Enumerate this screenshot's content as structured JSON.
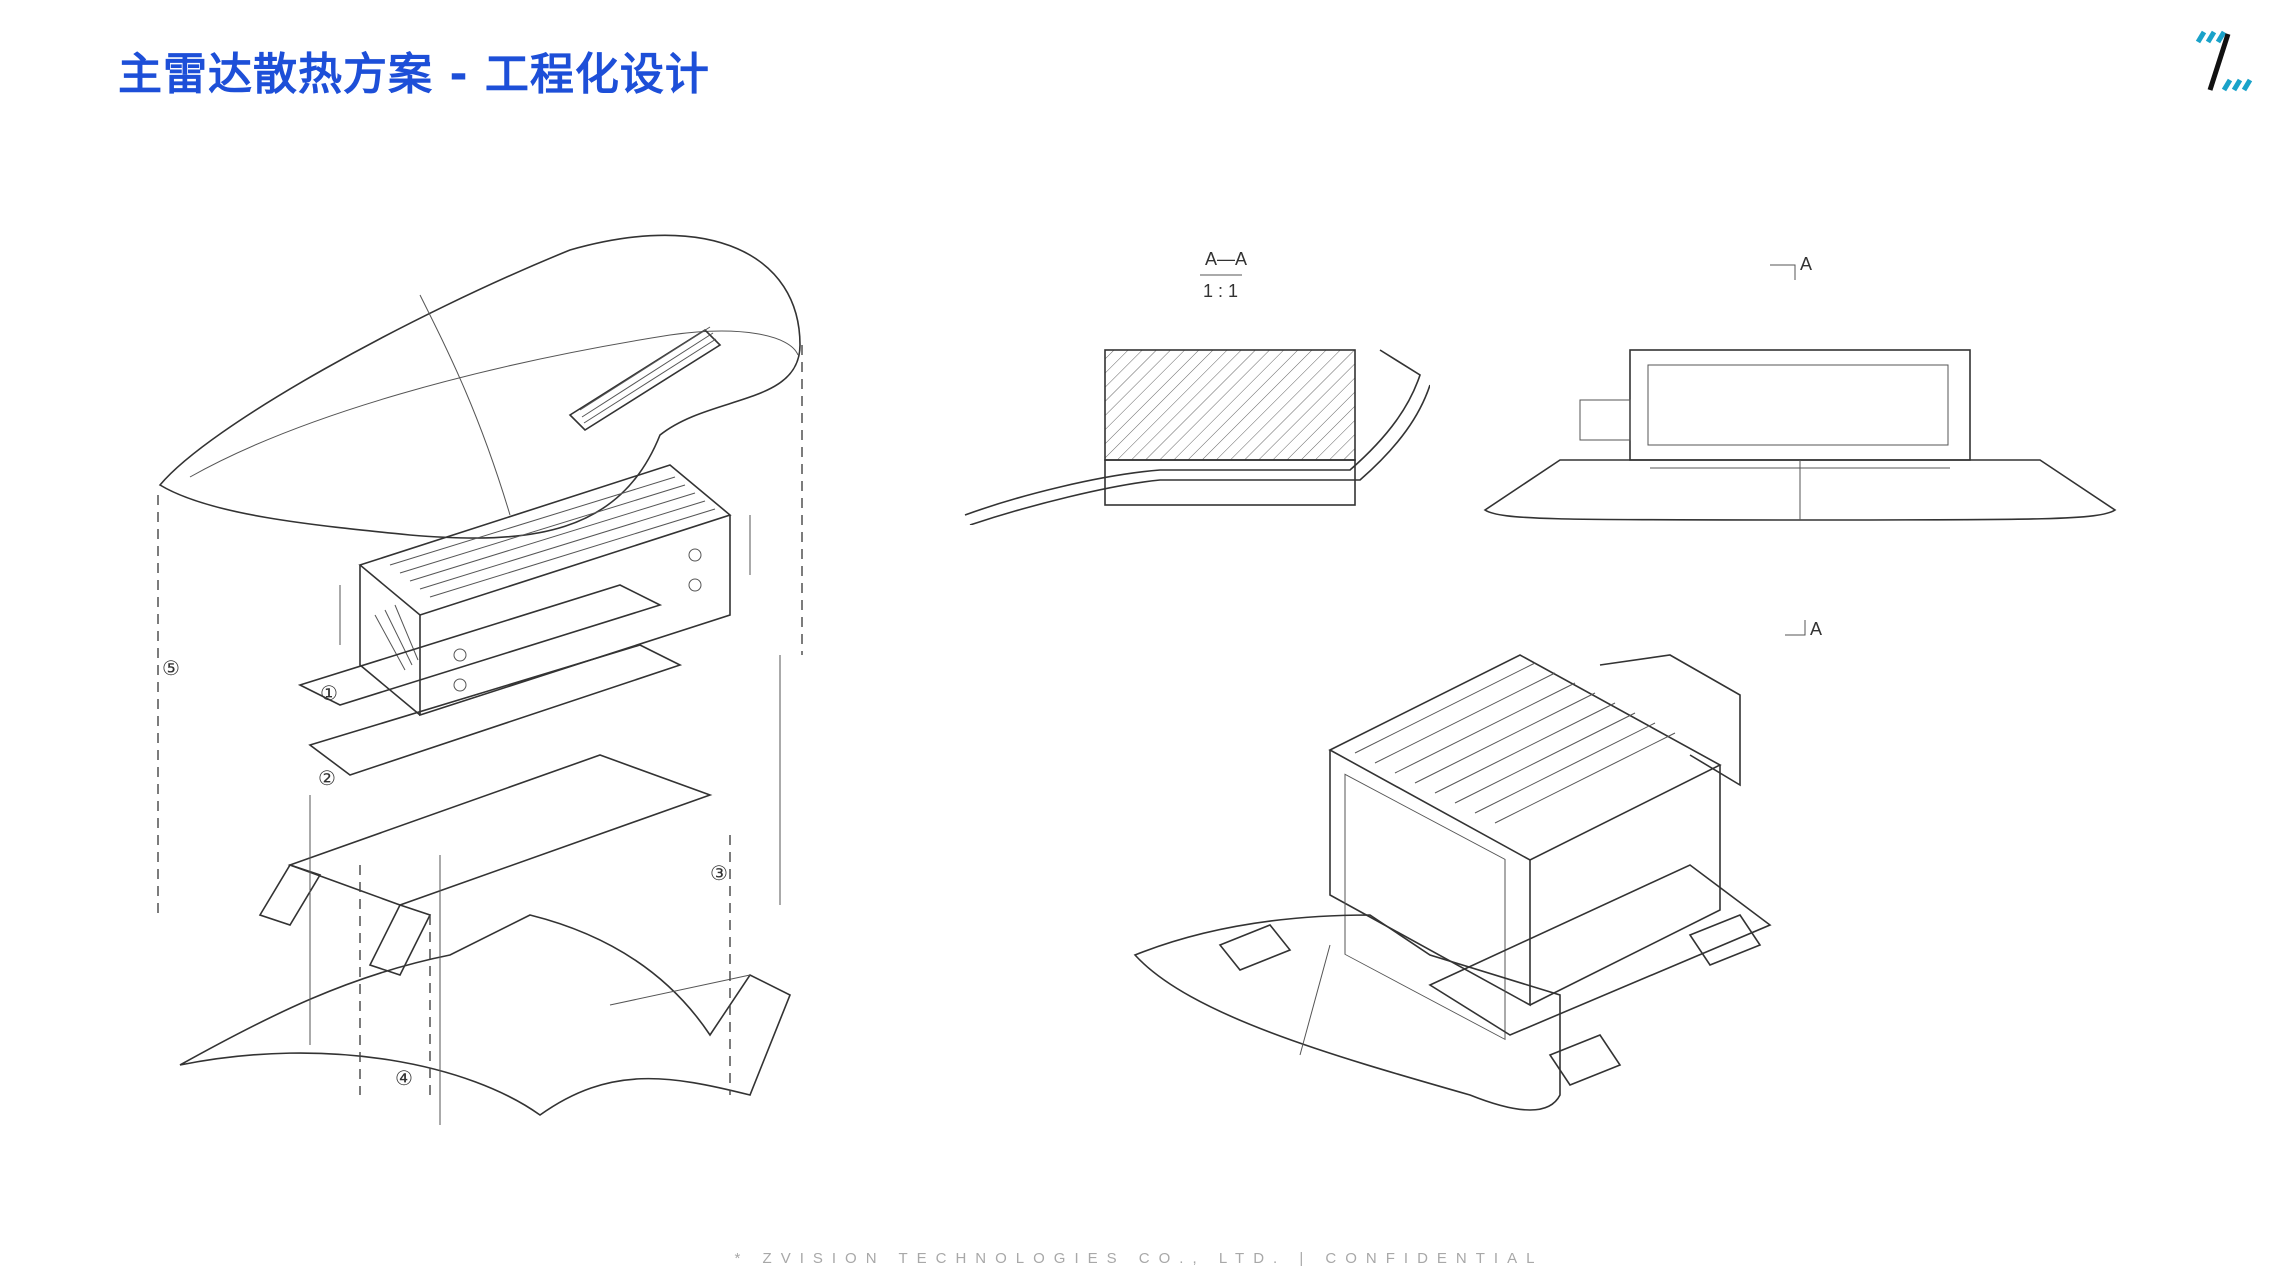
{
  "header": {
    "title": "主雷达散热方案 - 工程化设计"
  },
  "colors": {
    "title": "#1d4fd8",
    "logo_dark": "#111111",
    "logo_accent": "#1aa2c9",
    "footer": "#a8a8a8"
  },
  "logo": {
    "icon": "zvision-logo-icon"
  },
  "callouts": [
    "①",
    "②",
    "③",
    "④",
    "⑤"
  ],
  "section_view": {
    "label": "A—A",
    "scale": "1 : 1"
  },
  "section_marks": {
    "top": "A",
    "bottom": "A"
  },
  "footer": {
    "text": "* ZVISION TECHNOLOGIES CO., LTD. | CONFIDENTIAL"
  }
}
